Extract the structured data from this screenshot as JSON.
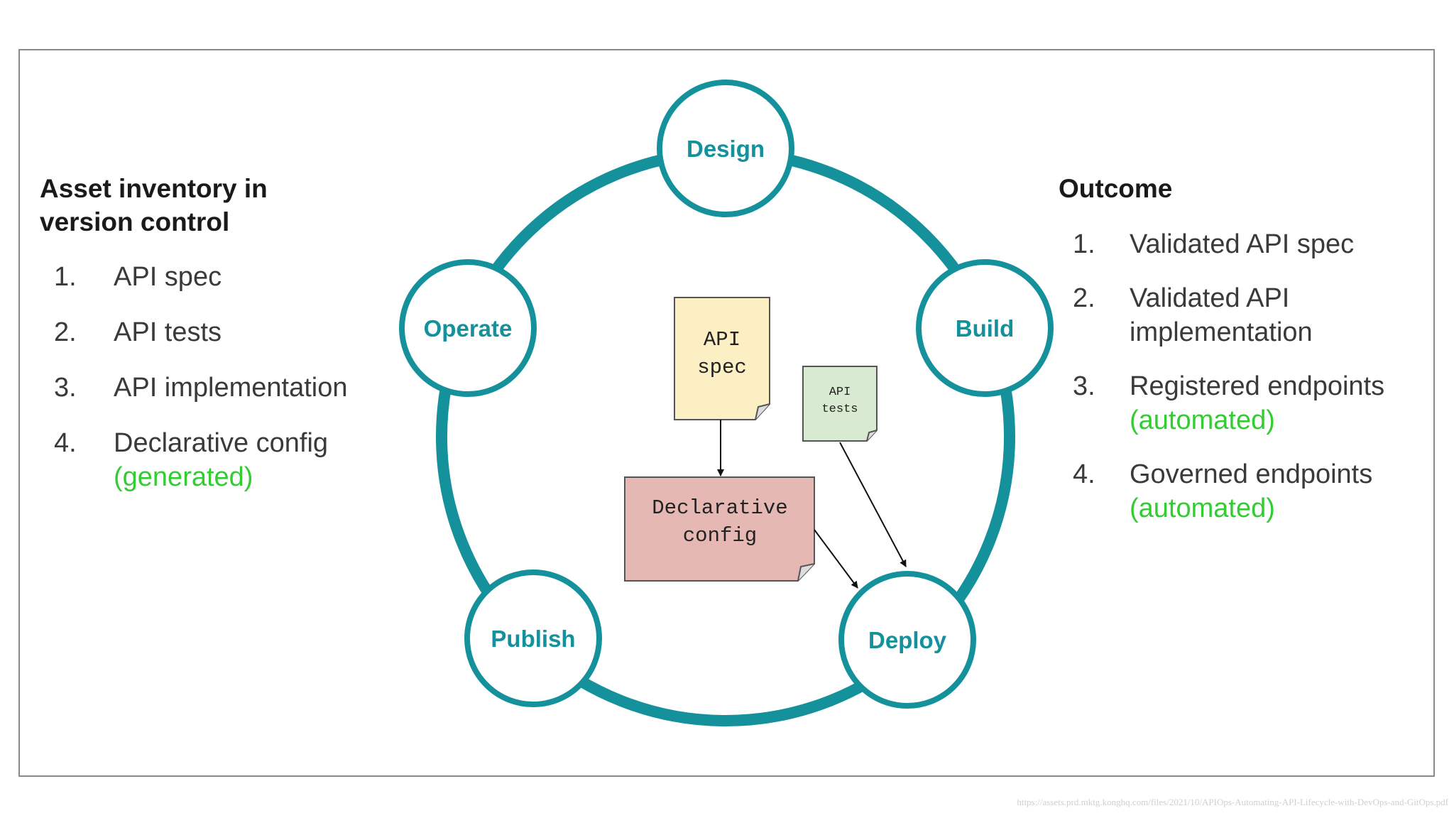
{
  "left_panel": {
    "title": "Asset inventory in version control",
    "items": [
      {
        "num": "1.",
        "text": "API spec",
        "note": ""
      },
      {
        "num": "2.",
        "text": "API tests",
        "note": ""
      },
      {
        "num": "3.",
        "text": "API implementation",
        "note": ""
      },
      {
        "num": "4.",
        "text": "Declarative config",
        "note": "(generated)"
      }
    ]
  },
  "right_panel": {
    "title": "Outcome",
    "items": [
      {
        "num": "1.",
        "text": "Validated API spec",
        "note": ""
      },
      {
        "num": "2.",
        "text": "Validated API implementation",
        "note": ""
      },
      {
        "num": "3.",
        "text": "Registered endpoints",
        "note": "(automated)"
      },
      {
        "num": "4.",
        "text": "Governed endpoints",
        "note": "(automated)"
      }
    ]
  },
  "cycle": {
    "stages": {
      "design": "Design",
      "build": "Build",
      "deploy": "Deploy",
      "publish": "Publish",
      "operate": "Operate"
    },
    "documents": {
      "api_spec": {
        "line1": "API",
        "line2": "spec"
      },
      "api_tests": {
        "line1": "API",
        "line2": "tests"
      },
      "declarative_config": {
        "line1": "Declarative",
        "line2": "config"
      }
    }
  },
  "source_url": "https://assets.prd.mktg.konghq.com/files/2021/10/APIOps-Automating-API-Lifecycle-with-DevOps-and-GitOps.pdf",
  "colors": {
    "ring": "#14919b",
    "note_green": "#33cc33",
    "spec_fill": "#fcefc4",
    "tests_fill": "#d9ead3",
    "config_fill": "#e6b8b4"
  }
}
